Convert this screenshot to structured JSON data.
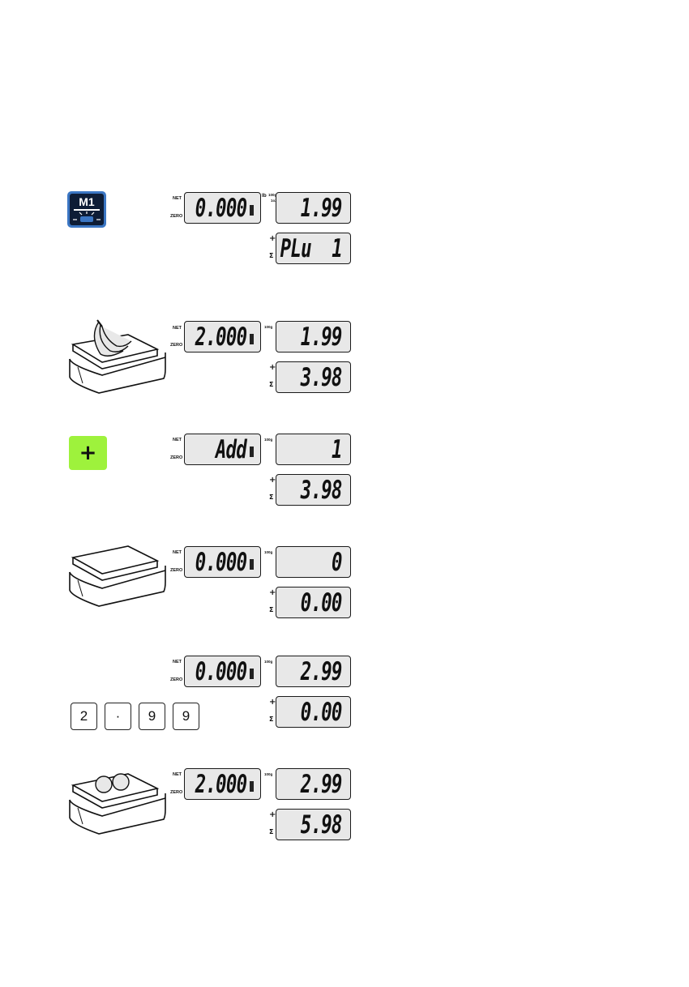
{
  "labels": {
    "net": "NET",
    "zero": "ZERO",
    "unit_lb": "lb",
    "unit_100g": "100g",
    "unit_100g_small": "100g/",
    "unit_1oz": "1oz",
    "plus": "+",
    "sigma": "Σ"
  },
  "keys": {
    "m1": "M1",
    "plus": "+",
    "digits": [
      "2",
      "·",
      "9",
      "9"
    ]
  },
  "steps": [
    {
      "weight": "0.000",
      "price": "1.99",
      "total": "PLu  1"
    },
    {
      "weight": "2.000",
      "price": "1.99",
      "total": "3.98"
    },
    {
      "weight": "Add",
      "price": "1",
      "total": "3.98"
    },
    {
      "weight": "0.000",
      "price": "0",
      "total": "0.00"
    },
    {
      "weight": "0.000",
      "price": "2.99",
      "total": "0.00"
    },
    {
      "weight": "2.000",
      "price": "2.99",
      "total": "5.98"
    }
  ],
  "colors": {
    "m1_key": "#3b76c3",
    "plus_key": "#9ef23c",
    "lcd_background": "#e8e8e8"
  }
}
